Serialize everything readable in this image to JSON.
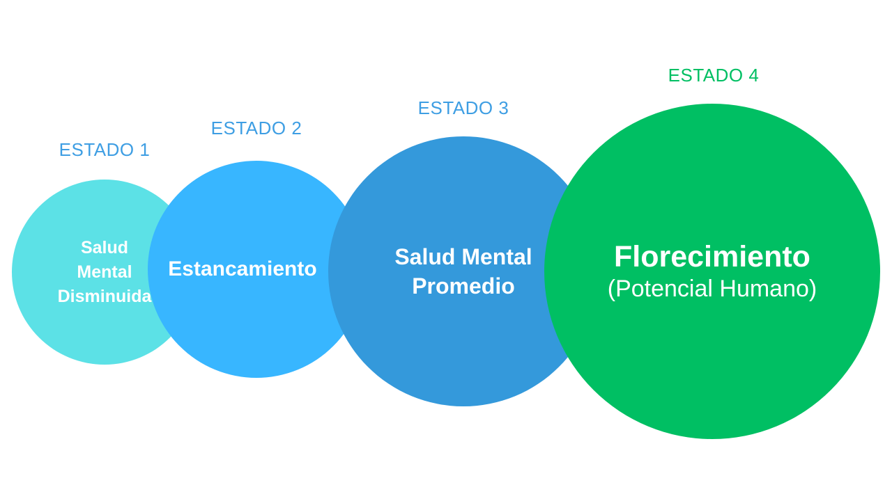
{
  "background_color": "#FFFFFF",
  "stages": [
    {
      "label": "ESTADO 1",
      "label_color": "#3E9EE3",
      "circle_color": "#5CE1E6",
      "text_color": "#FFFFFF",
      "lines": [
        "Salud",
        "Mental",
        "Disminuida"
      ]
    },
    {
      "label": "ESTADO 2",
      "label_color": "#3E9EE3",
      "circle_color": "#38B6FF",
      "text_color": "#FFFFFF",
      "lines": [
        "Estancamiento"
      ]
    },
    {
      "label": "ESTADO 3",
      "label_color": "#3E9EE3",
      "circle_color": "#3499DB",
      "text_color": "#FFFFFF",
      "lines": [
        "Salud Mental",
        "Promedio"
      ]
    },
    {
      "label": "ESTADO 4",
      "label_color": "#00BF63",
      "circle_color": "#00BF63",
      "text_color": "#FFFFFF",
      "title": "Florecimiento",
      "subtitle": "(Potencial Humano)"
    }
  ]
}
